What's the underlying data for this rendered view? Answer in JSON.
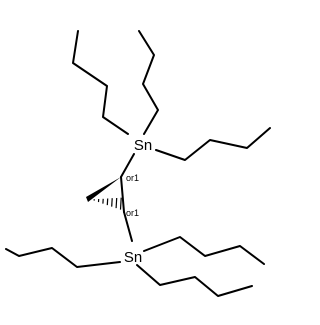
{
  "molecule": {
    "atoms": {
      "sn_top": "Sn",
      "sn_bottom": "Sn"
    },
    "stereo_labels": {
      "c1": "or1",
      "c2": "or1"
    }
  }
}
